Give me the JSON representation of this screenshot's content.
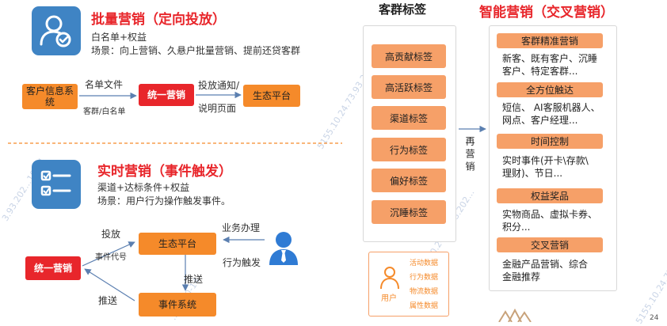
{
  "batch": {
    "title": "批量营销（定向投放）",
    "line1": "白名单+权益",
    "line2": "场景：向上营销、久悬户批量营销、提前还贷客群",
    "box_customer": "客户信息系统",
    "arrow1_label": "名单文件",
    "arrow1_sub": "客群/白名单",
    "box_unified": "统一营销",
    "arrow2_label_a": "投放通知/",
    "arrow2_label_b": "说明页面",
    "box_ecosystem": "生态平台"
  },
  "realtime": {
    "title": "实时营销（事件触发）",
    "line1": "渠道+达标条件+权益",
    "line2": "场景：用户行为操作触发事件。",
    "box_unified": "统一营销",
    "box_ecosystem": "生态平台",
    "box_event": "事件系统",
    "label_deliver": "投放",
    "label_event_code": "事件代号",
    "label_push_left": "推送",
    "label_push_down": "推送",
    "label_business": "业务办理",
    "label_behavior": "行为触发"
  },
  "segments": {
    "title": "客群标签",
    "tags": [
      "高贡献标签",
      "高活跃标签",
      "渠道标签",
      "行为标签",
      "偏好标签",
      "沉睡标签"
    ],
    "arrow_label": "再营销",
    "user_label": "用户",
    "user_data": [
      "活动数据",
      "行为数据",
      "物流数据",
      "属性数据"
    ]
  },
  "smart": {
    "title": "智能营销（交叉营销）",
    "sections": [
      {
        "header": "客群精准营销",
        "lines": [
          "新客、既有客户、沉睡",
          "客户、特定客群..."
        ]
      },
      {
        "header": "全方位触达",
        "lines": [
          "短信、 AI客服机器人、",
          "网点、客户经理..."
        ]
      },
      {
        "header": "时间控制",
        "lines": [
          "实时事件(开卡\\存款\\",
          "理财)、节日..."
        ]
      },
      {
        "header": "权益奖品",
        "lines": [
          "实物商品、虚拟卡券、",
          "积分..."
        ]
      },
      {
        "header": "交叉营销",
        "lines": [
          "金融产品营销、综合",
          "金融推荐"
        ]
      }
    ]
  },
  "watermarks": [
    "5155.10.24.73.93.202...",
    "5155.10.24.73.93.202...",
    "5155.10.24.73.93.202...",
    "3.93.202...10-14",
    "...21-10-14"
  ],
  "page_number": "24",
  "colors": {
    "accent_red": "#e8262b",
    "accent_orange": "#f58a2a",
    "tag_orange": "#f6a068",
    "icon_blue": "#3f84c4"
  }
}
